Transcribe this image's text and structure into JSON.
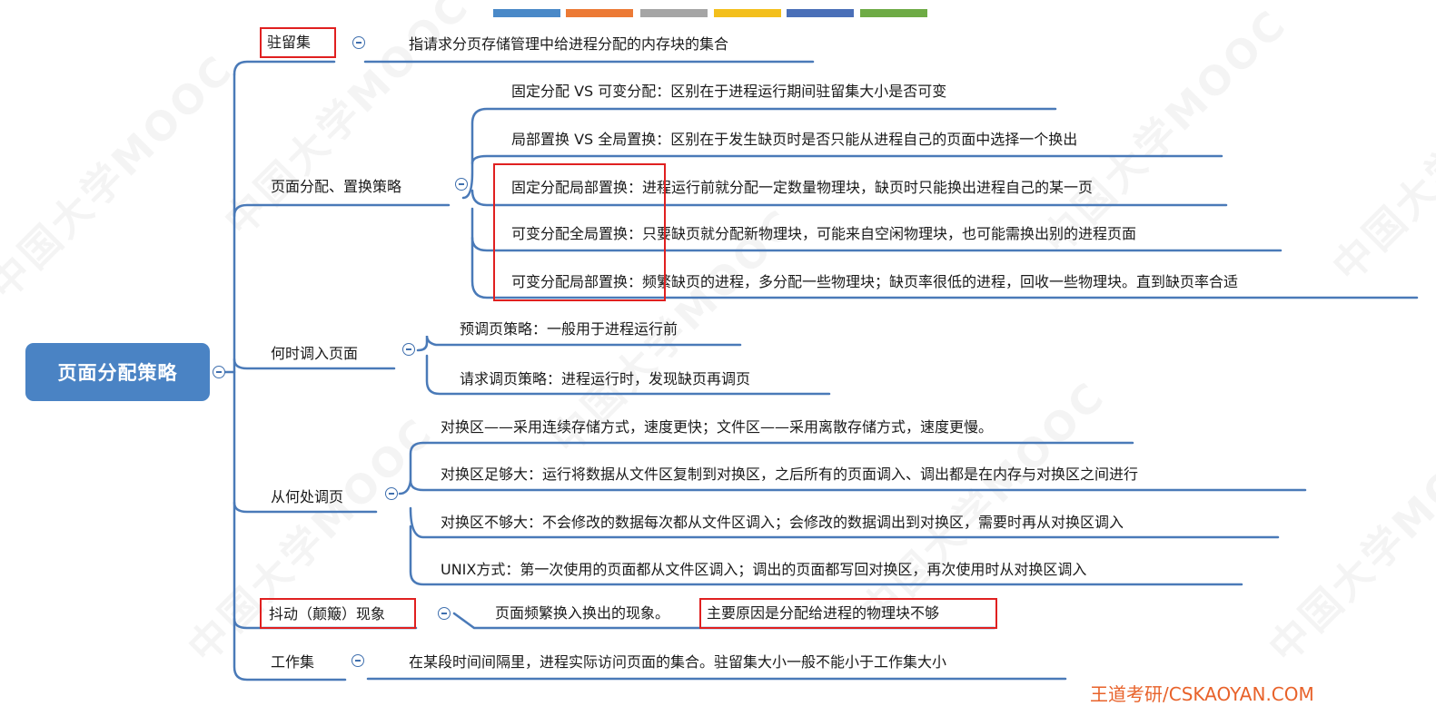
{
  "theme": {
    "branch_color": "#4a7ab8",
    "root_color": "#4a83c4",
    "highlight_color": "#e02020"
  },
  "palette": [
    "#4a89c8",
    "#ec7a35",
    "#a5a5a5",
    "#f3bf1c",
    "#4a6fb8",
    "#6eab45"
  ],
  "watermark": "中国大学MOOC",
  "root": {
    "label": "页面分配策略"
  },
  "branches": {
    "resident": {
      "label": "驻留集",
      "desc": "指请求分页存储管理中给进程分配的内存块的集合"
    },
    "alloc": {
      "label": "页面分配、置换策略",
      "items": [
        {
          "text": "固定分配 VS 可变分配：区别在于进程运行期间驻留集大小是否可变"
        },
        {
          "text": "局部置换 VS 全局置换：区别在于发生缺页时是否只能从进程自己的页面中选择一个换出"
        },
        {
          "text": "固定分配局部置换：进程运行前就分配一定数量物理块，缺页时只能换出进程自己的某一页"
        },
        {
          "text": "可变分配全局置换：只要缺页就分配新物理块，可能来自空闲物理块，也可能需换出别的进程页面"
        },
        {
          "text": "可变分配局部置换：频繁缺页的进程，多分配一些物理块；缺页率很低的进程，回收一些物理块。直到缺页率合适"
        }
      ]
    },
    "when": {
      "label": "何时调入页面",
      "items": [
        {
          "text": "预调页策略：一般用于进程运行前"
        },
        {
          "text": "请求调页策略：进程运行时，发现缺页再调页"
        }
      ]
    },
    "where": {
      "label": "从何处调页",
      "items": [
        {
          "text": "对换区——采用连续存储方式，速度更快；文件区——采用离散存储方式，速度更慢。"
        },
        {
          "text": "对换区足够大：运行将数据从文件区复制到对换区，之后所有的页面调入、调出都是在内存与对换区之间进行"
        },
        {
          "text": "对换区不够大：不会修改的数据每次都从文件区调入；会修改的数据调出到对换区，需要时再从对换区调入"
        },
        {
          "text": "UNIX方式：第一次使用的页面都从文件区调入；调出的页面都写回对换区，再次使用时从对换区调入"
        }
      ]
    },
    "thrash": {
      "label": "抖动（颠簸）现象",
      "desc_a": "页面频繁换入换出的现象。",
      "desc_b": "主要原因是分配给进程的物理块不够"
    },
    "workset": {
      "label": "工作集",
      "desc": "在某段时间间隔里，进程实际访问页面的集合。驻留集大小一般不能小于工作集大小"
    }
  },
  "footer": "王道考研/CSKAOYAN.COM"
}
